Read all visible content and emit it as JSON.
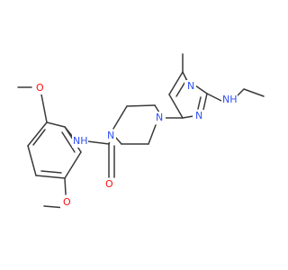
{
  "molecule": {
    "atoms": {
      "o_upper": "O",
      "o_lower": "O",
      "o_carbonyl": "O",
      "nh_amide": "NH",
      "n_pip_left": "N",
      "n_pip_right": "N",
      "n_pyr_left": "N",
      "n_pyr_right": "N",
      "nh_ethyl": "NH"
    },
    "colors": {
      "oxygen": "#ff0d0d",
      "nitrogen": "#3050f8",
      "bond": "#3a3a3a",
      "background": "#ffffff"
    }
  }
}
